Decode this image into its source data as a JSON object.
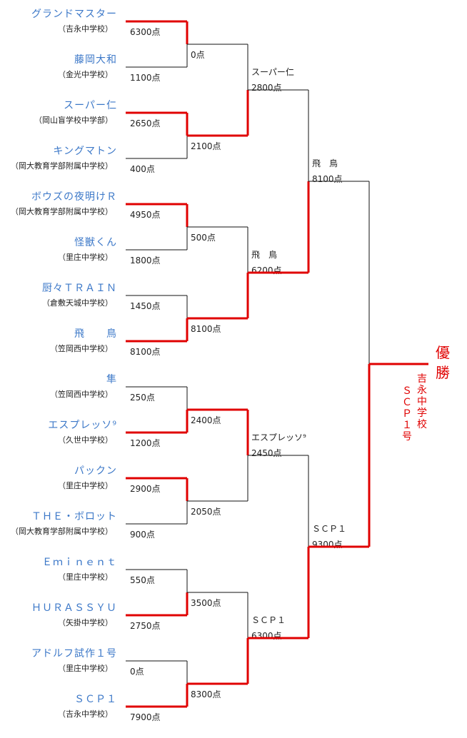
{
  "teams": [
    {
      "name": "グランドマスター",
      "school": "（吉永中学校）",
      "r1": "6300点"
    },
    {
      "name": "藤岡大和",
      "school": "（金光中学校）",
      "r1": "1100点"
    },
    {
      "name": "スーパー仁",
      "school": "（岡山盲学校中学部）",
      "r1": "2650点"
    },
    {
      "name": "キングマトン",
      "school": "（岡大教育学部附属中学校）",
      "r1": "400点"
    },
    {
      "name": "ボウズの夜明けＲ",
      "school": "（岡大教育学部附属中学校）",
      "r1": "4950点"
    },
    {
      "name": "怪獣くん",
      "school": "（里庄中学校）",
      "r1": "1800点"
    },
    {
      "name": "厨々ＴＲＡＩＮ",
      "school": "（倉敷天城中学校）",
      "r1": "1450点"
    },
    {
      "name": "飛　　鳥",
      "school": "（笠岡西中学校）",
      "r1": "8100点"
    },
    {
      "name": "隼",
      "school": "（笠岡西中学校）",
      "r1": "250点"
    },
    {
      "name": "エスプレッソ⁹",
      "school": "（久世中学校）",
      "r1": "1200点"
    },
    {
      "name": "パックン",
      "school": "（里庄中学校）",
      "r1": "2900点"
    },
    {
      "name": "ＴＨＥ・ボロット",
      "school": "（岡大教育学部附属中学校）",
      "r1": "900点"
    },
    {
      "name": "Ｅｍｉｎｅｎｔ",
      "school": "（里庄中学校）",
      "r1": "550点"
    },
    {
      "name": "ＨＵＲＡＳＳＹＵ",
      "school": "（矢掛中学校）",
      "r1": "2750点"
    },
    {
      "name": "アドルフ試作１号",
      "school": "（里庄中学校）",
      "r1": "0点"
    },
    {
      "name": "ＳＣＰ１",
      "school": "（吉永中学校）",
      "r1": "7900点"
    }
  ],
  "round2": [
    {
      "score": "0点",
      "winner": 0
    },
    {
      "score": "2100点",
      "winner": 0
    },
    {
      "score": "500点",
      "winner": 0
    },
    {
      "score": "8100点",
      "winner": 1
    },
    {
      "score": "2400点",
      "winner": 1
    },
    {
      "score": "2050点",
      "winner": 0
    },
    {
      "score": "3500点",
      "winner": 1
    },
    {
      "score": "8300点",
      "winner": 1
    }
  ],
  "round3": [
    {
      "name": "スーパー仁",
      "score": "2800点",
      "winner": 1
    },
    {
      "name": "飛　鳥",
      "score": "6200点",
      "winner": 1
    },
    {
      "name": "エスプレッソ⁹",
      "score": "2450点",
      "winner": 0
    },
    {
      "name": "ＳＣＰ１",
      "score": "6300点",
      "winner": 1
    }
  ],
  "round4": [
    {
      "name": "飛　鳥",
      "score": "8100点",
      "winner": 1
    },
    {
      "name": "ＳＣＰ１",
      "score": "9300点",
      "winner": 1
    }
  ],
  "final": {
    "winner": 1
  },
  "champion": {
    "label": "優勝",
    "school": "吉永中学校",
    "team": "ＳＣＰ１号"
  }
}
